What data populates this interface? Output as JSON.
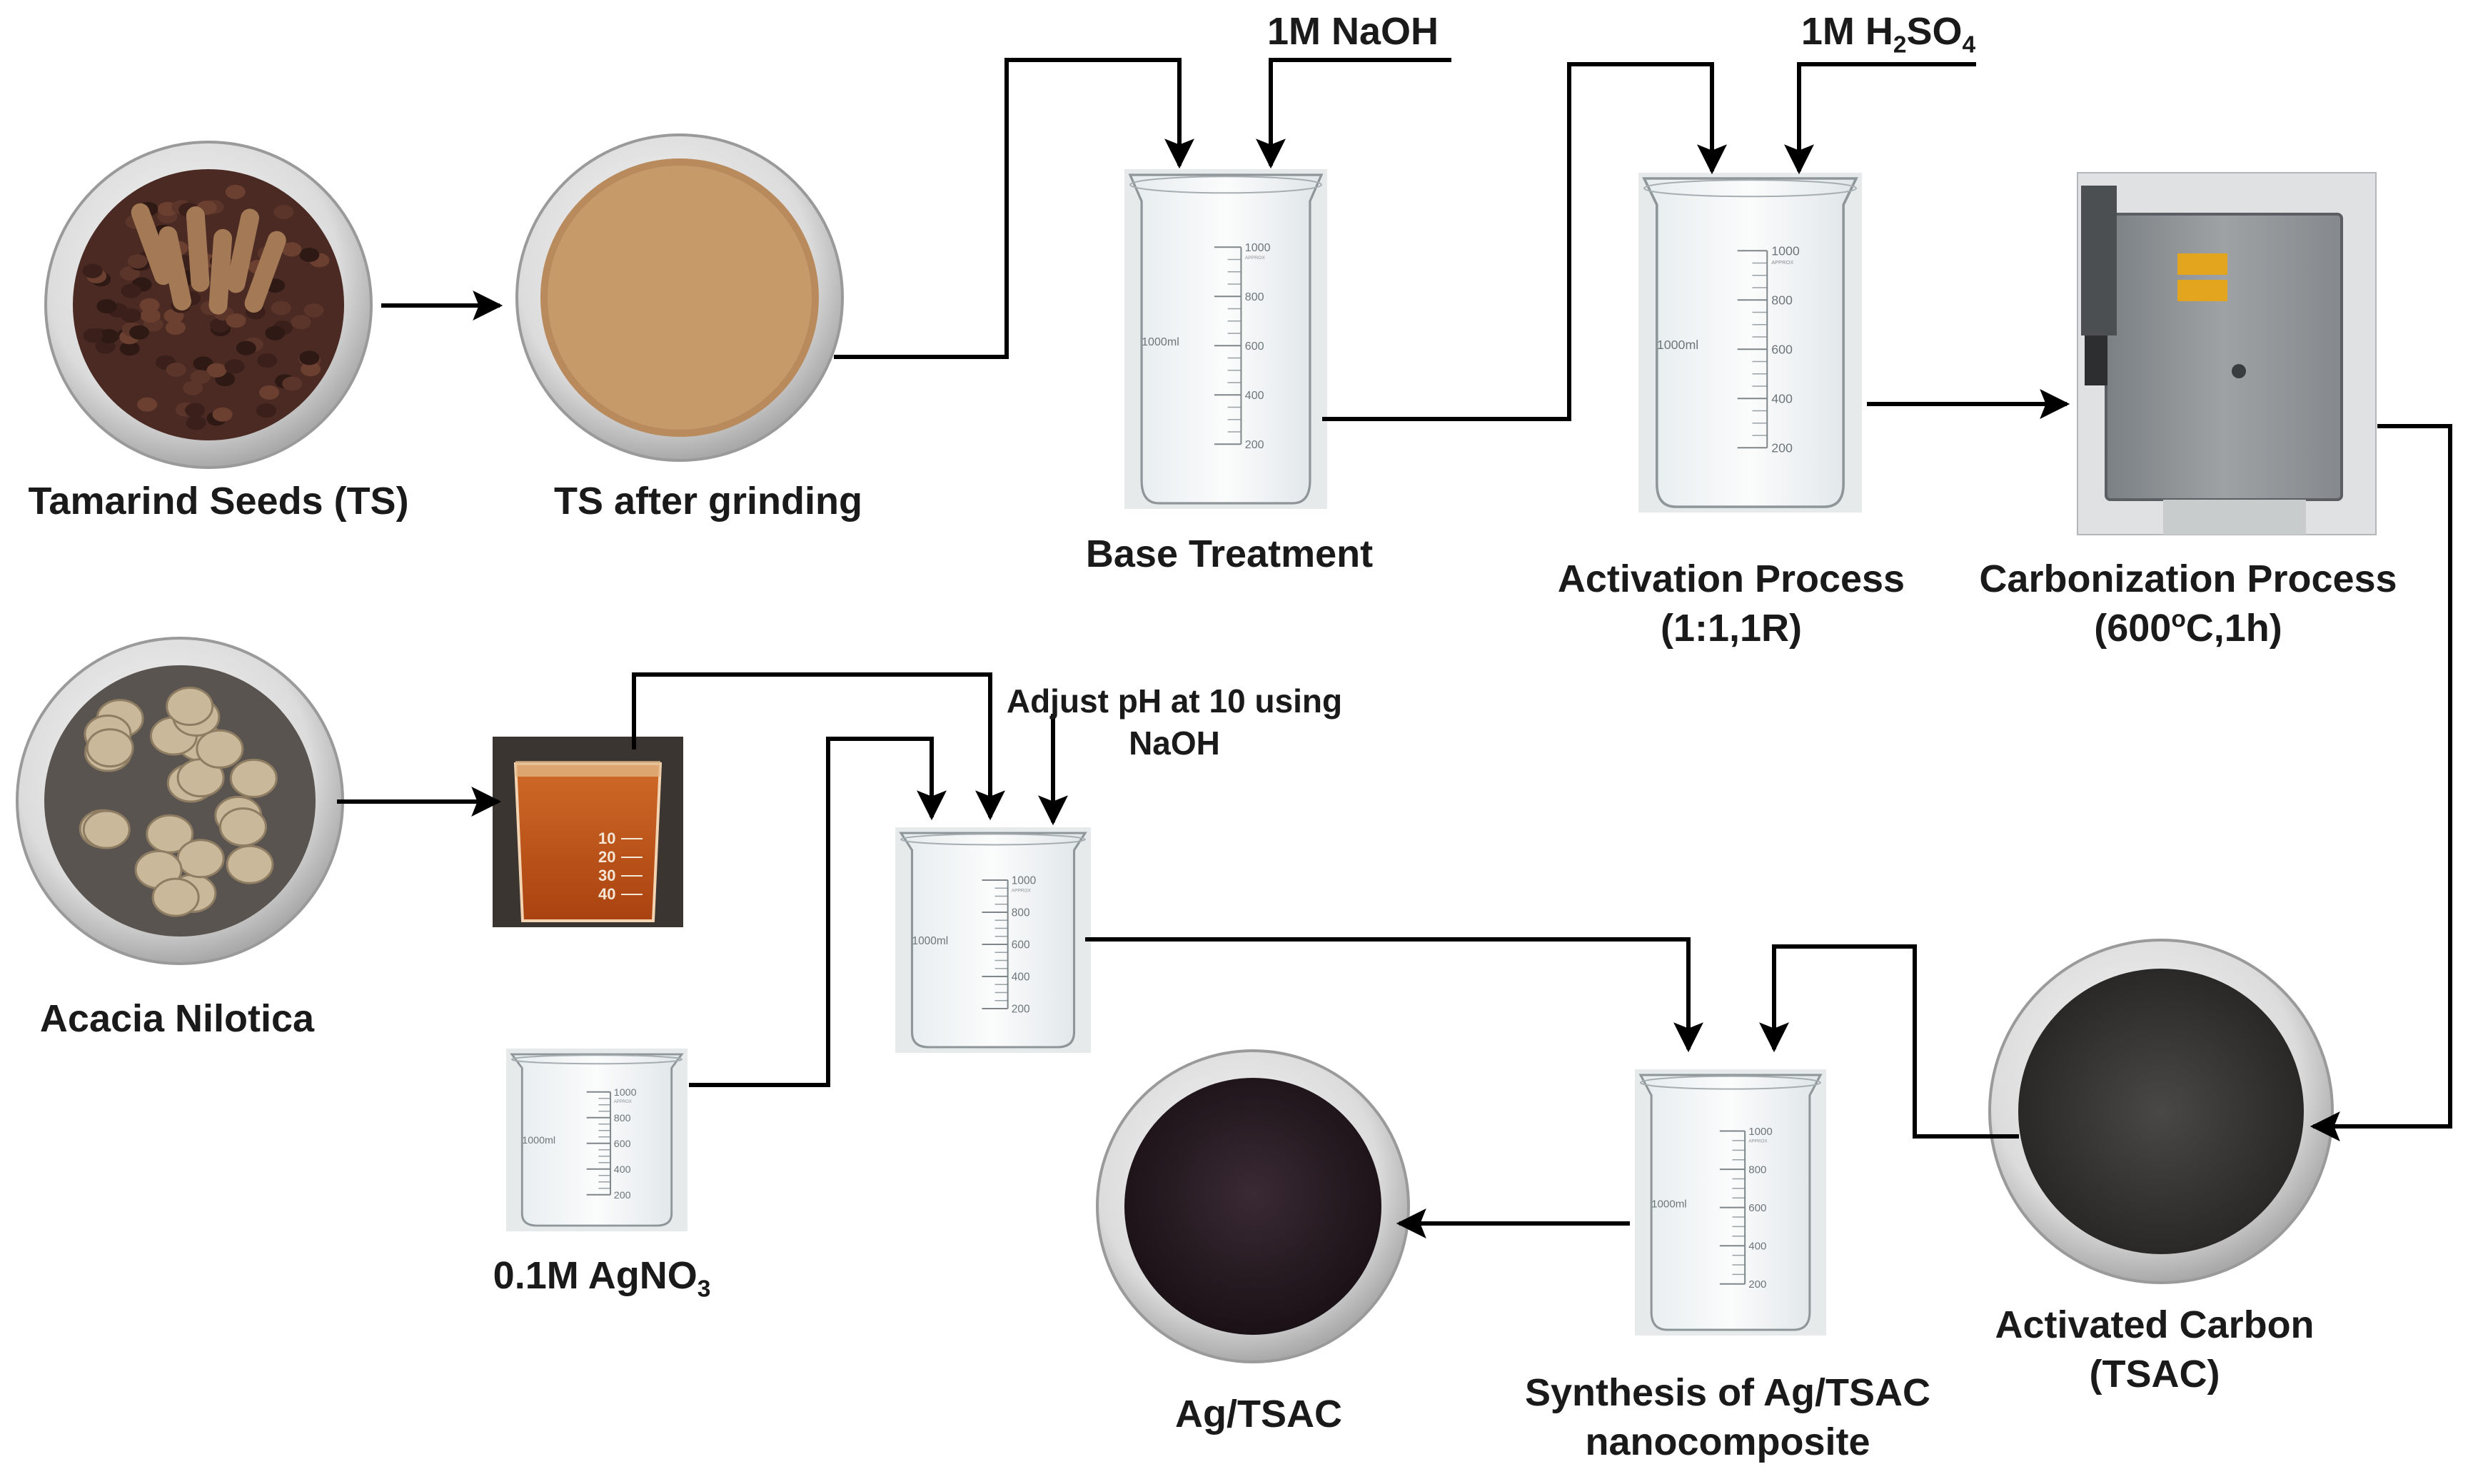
{
  "diagram": {
    "labels": {
      "tamarind_seeds": "Tamarind Seeds (TS)",
      "ts_after_grinding": "TS after grinding",
      "base_treatment": "Base Treatment",
      "naoh_reagent": "1M NaOH",
      "h2so4_reagent_prefix": "1M H",
      "h2so4_sub1": "2",
      "h2so4_mid": "SO",
      "h2so4_sub2": "4",
      "activation_line1": "Activation Process",
      "activation_line2": "(1:1,1R)",
      "carbonization_line1": "Carbonization Process",
      "carbonization_line2_pre": "(600",
      "carbonization_degree": "o",
      "carbonization_line2_post": "C,1h)",
      "acacia_nilotica": "Acacia Nilotica",
      "adjust_ph_line1": "Adjust pH at 10 using",
      "adjust_ph_line2": "NaOH",
      "agno3_prefix": "0.1M AgNO",
      "agno3_sub": "3",
      "ag_tsac": "Ag/TSAC",
      "synthesis_line1": "Synthesis of Ag/TSAC",
      "synthesis_line2": "nanocomposite",
      "activated_line1": "Activated Carbon",
      "activated_line2": "(TSAC)"
    },
    "beaker_markings": {
      "volume_label": "1000ml",
      "approx": "APPROX",
      "graduations": [
        "1000",
        "800",
        "600",
        "400",
        "200"
      ]
    },
    "extract_beaker_markings": [
      "10",
      "20",
      "30",
      "40"
    ],
    "colors": {
      "line": "#000000",
      "text": "#1a1a1a",
      "dish_rim": "#bdbdbd",
      "seeds": "#4a2a22",
      "powder": "#c79a6a",
      "acacia_bg": "#5a5450",
      "extract": "#c2561a",
      "carbon": "#3a3836",
      "ag_tsac": "#2a1d24",
      "furnace": "#8e9296"
    }
  }
}
